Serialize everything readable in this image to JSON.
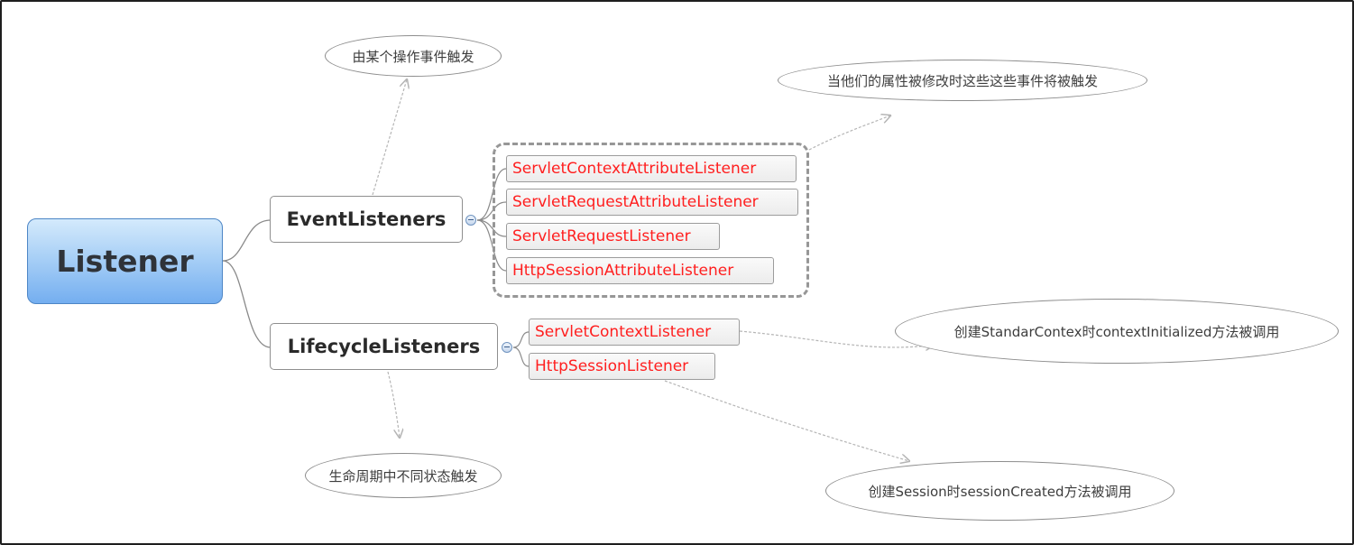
{
  "root": {
    "label": "Listener"
  },
  "branches": {
    "event": {
      "label": "EventListeners",
      "members": [
        "ServletContextAttributeListener",
        "ServletRequestAttributeListener",
        "ServletRequestListener",
        "HttpSessionAttributeListener"
      ]
    },
    "lifecycle": {
      "label": "LifecycleListeners",
      "members": [
        "ServletContextListener",
        "HttpSessionListener"
      ]
    }
  },
  "notes": {
    "event_trigger": "由某个操作事件触发",
    "attribute_change": "当他们的属性被修改时这些这些事件将被触发",
    "context_init": "创建StandarContex时contextInitialized方法被调用",
    "lifecycle_trigger": "生命周期中不同状态触发",
    "session_created": "创建Session时sessionCreated方法被调用"
  },
  "colors": {
    "member_text": "#ff1f1f",
    "root_fill": "#a9d0f6",
    "connector": "#8a8a8a",
    "annotation_arrow": "#b5b5b5"
  }
}
